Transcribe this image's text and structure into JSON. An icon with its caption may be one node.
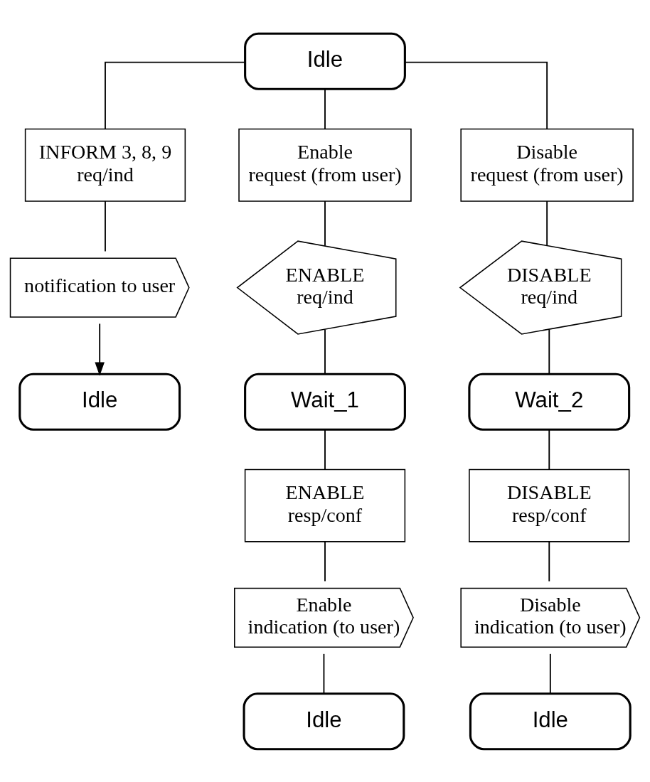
{
  "diagram": {
    "nodes": [
      {
        "text": [
          "Idle"
        ]
      },
      {
        "text": [
          "INFORM 3, 8, 9",
          "req/ind"
        ]
      },
      {
        "text": [
          "notification to user"
        ]
      },
      {
        "text": [
          "Idle"
        ]
      },
      {
        "text": [
          "Enable",
          "request (from user)"
        ]
      },
      {
        "text": [
          "ENABLE",
          "req/ind"
        ]
      },
      {
        "text": [
          "Wait_1"
        ]
      },
      {
        "text": [
          "ENABLE",
          "resp/conf"
        ]
      },
      {
        "text": [
          "Enable",
          "indication (to user)"
        ]
      },
      {
        "text": [
          "Idle"
        ]
      },
      {
        "text": [
          "Disable",
          "request (from user)"
        ]
      },
      {
        "text": [
          "DISABLE",
          "req/ind"
        ]
      },
      {
        "text": [
          "Wait_2"
        ]
      },
      {
        "text": [
          "DISABLE",
          "resp/conf"
        ]
      },
      {
        "text": [
          "Disable",
          "indication (to user)"
        ]
      },
      {
        "text": [
          "Idle"
        ]
      }
    ],
    "edges": [
      {
        "from": 0,
        "to": 1,
        "arrow": "none"
      },
      {
        "from": 0,
        "to": 4,
        "arrow": "none"
      },
      {
        "from": 0,
        "to": 10,
        "arrow": "none"
      },
      {
        "from": 1,
        "to": 2,
        "arrow": "none"
      },
      {
        "from": 2,
        "to": 3,
        "arrow": "to"
      },
      {
        "from": 4,
        "to": 5,
        "arrow": "none"
      },
      {
        "from": 5,
        "to": 6,
        "arrow": "none"
      },
      {
        "from": 6,
        "to": 7,
        "arrow": "none"
      },
      {
        "from": 7,
        "to": 8,
        "arrow": "none"
      },
      {
        "from": 8,
        "to": 9,
        "arrow": "none"
      },
      {
        "from": 10,
        "to": 11,
        "arrow": "none"
      },
      {
        "from": 11,
        "to": 12,
        "arrow": "none"
      },
      {
        "from": 12,
        "to": 13,
        "arrow": "none"
      },
      {
        "from": 13,
        "to": 14,
        "arrow": "none"
      },
      {
        "from": 14,
        "to": 15,
        "arrow": "none"
      }
    ]
  }
}
